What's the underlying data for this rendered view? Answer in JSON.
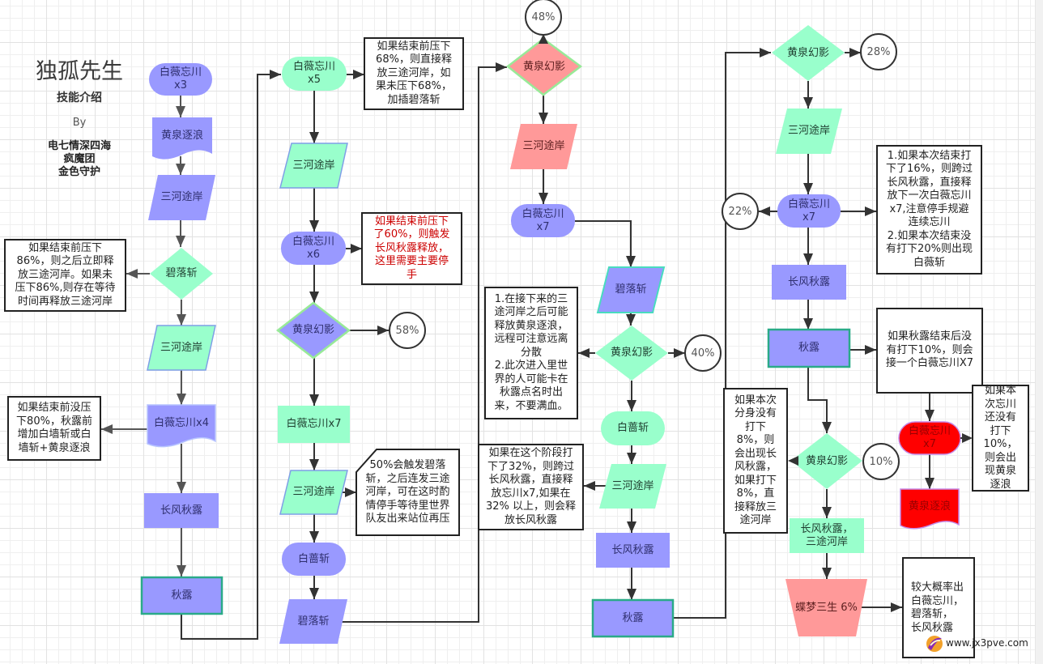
{
  "title_block": {
    "title": "独孤先生",
    "subtitle": "技能介绍",
    "by": "By",
    "authors": [
      "电七情深四海",
      "疯魔团",
      "金色守护"
    ]
  },
  "palette": {
    "purple": "#9999ff",
    "mint": "#99ffcc",
    "pink": "#ff9999",
    "red": "#ff0000",
    "alert": "#cc0000"
  },
  "phase1": {
    "nodes": [
      "白薇忘川\nx3",
      "黄泉逐浪",
      "三河途岸",
      "碧落斩",
      "三河途岸",
      "白薇忘川x4",
      "长风秋露",
      "秋露"
    ],
    "notes": [
      "如果结束前压下\n86%，则之后立即释\n放三途河岸。如果未\n压下86%,则存在等待\n时间再释放三途河岸",
      "如果结束前没压\n下80%，秋露前\n增加白墙斩或白\n墙斩+黄泉逐浪"
    ]
  },
  "phase2": {
    "nodes": [
      "白薇忘川\nx5",
      "三河途岸",
      "白薇忘川\nx6",
      "黄泉幻影",
      "白薇忘川x7",
      "三河途岸",
      "白蔷斩",
      "碧落斩"
    ],
    "badges": [
      "58%"
    ],
    "notes": [
      "如果结束前压下\n68%，则直接释\n放三途河岸，如\n果未压下68%，\n加插碧落斩",
      "如果结束前压下\n了60%，则触发\n长风秋露释放，\n这里需要主要停\n手",
      "50%会触发碧落\n斩，之后连发三途\n河岸，可在这时酌\n情停手等待里世界\n队友出来站位再压"
    ]
  },
  "phase3": {
    "nodes": [
      "黄泉幻影",
      "三河途岸",
      "白薇忘川\nx7",
      "碧落斩",
      "黄泉幻影",
      "白蔷斩",
      "三河途岸",
      "长风秋露",
      "秋露"
    ],
    "badges": [
      "48%",
      "40%"
    ],
    "notes": [
      "1.在接下来的三\n途河岸之后可能\n释放黄泉逐浪，\n远程可注意远离\n分散\n2.此次进入里世\n界的人可能卡在\n秋露点名时出\n来，不要满血。",
      "如果在这个阶段打\n下了32%，则跨过\n长风秋露，直接释\n放忘川x7,如果在\n32% 以上，则会释\n放长风秋露"
    ]
  },
  "phase4": {
    "nodes": [
      "黄泉幻影",
      "三河途岸",
      "白薇忘川\nx7",
      "长风秋露",
      "秋露",
      "黄泉幻影",
      "长风秋露，\n三途河岸",
      "蝶梦三生 6%"
    ],
    "badges": [
      "28%",
      "22%",
      "10%"
    ],
    "notes": [
      "1.如果本次结束打\n下了16%，则跨过\n长风秋露，直接释\n放下一次白薇忘川\nx7,注意停手规避\n连续忘川\n2.如果本次结束没\n有打下20%则出现\n白薇斩",
      "如果秋露结束后没\n有打下10%，则会\n接一个白薇忘川X7",
      "如果本次\n分身没有\n打下\n8%，则\n会出现长\n风秋露，\n如果打下\n8%，直\n接释放三\n途河岸",
      "较大概率出\n白薇忘川，\n碧落斩，\n长风秋露"
    ]
  },
  "phase5": {
    "nodes": [
      "白薇忘川\nx7",
      "黄泉逐浪"
    ],
    "notes": [
      "如果本\n次忘川\n还没有\n打下\n10%，\n则会出\n现黄泉\n逐浪"
    ]
  },
  "watermark": "www.jx3pve.com"
}
